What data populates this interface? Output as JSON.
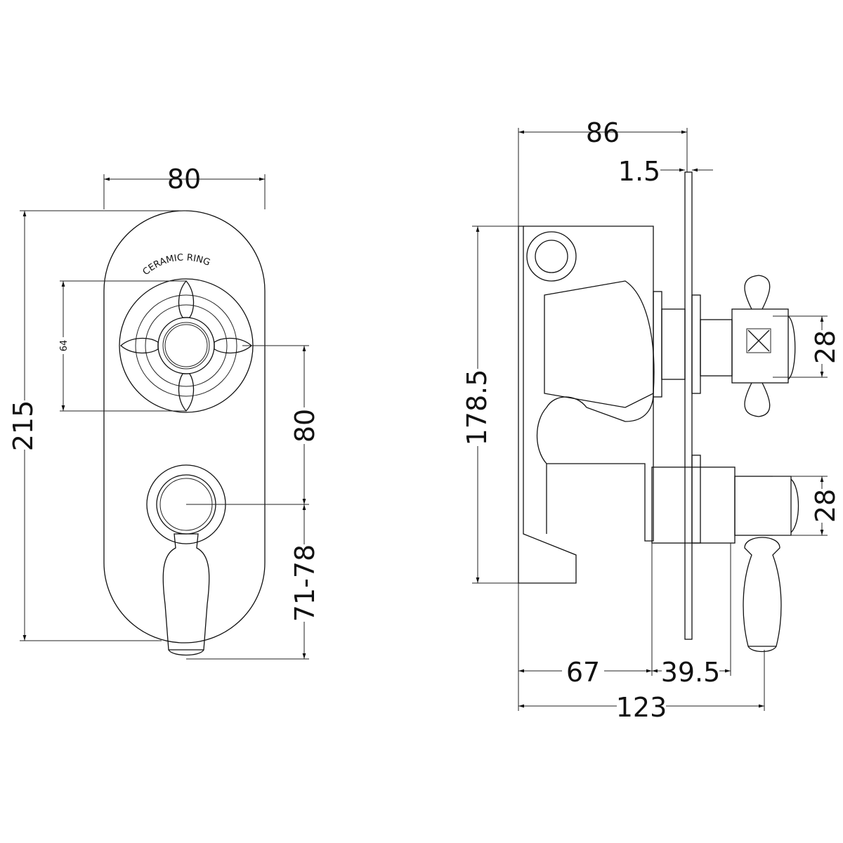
{
  "front_view": {
    "width": "80",
    "height": "215",
    "handle_span": "64",
    "handle_spacing": "80",
    "lever_projection": "71-78",
    "ring_label": "CERAMIC RING"
  },
  "side_view": {
    "body_depth": "86",
    "plate_thickness": "1.5",
    "body_height": "178.5",
    "upper_spindle": "28",
    "lower_spindle": "28",
    "rough_depth": "67",
    "projection": "39.5",
    "overall_depth": "123"
  },
  "colors": {
    "line": "#111111",
    "background": "#ffffff"
  }
}
